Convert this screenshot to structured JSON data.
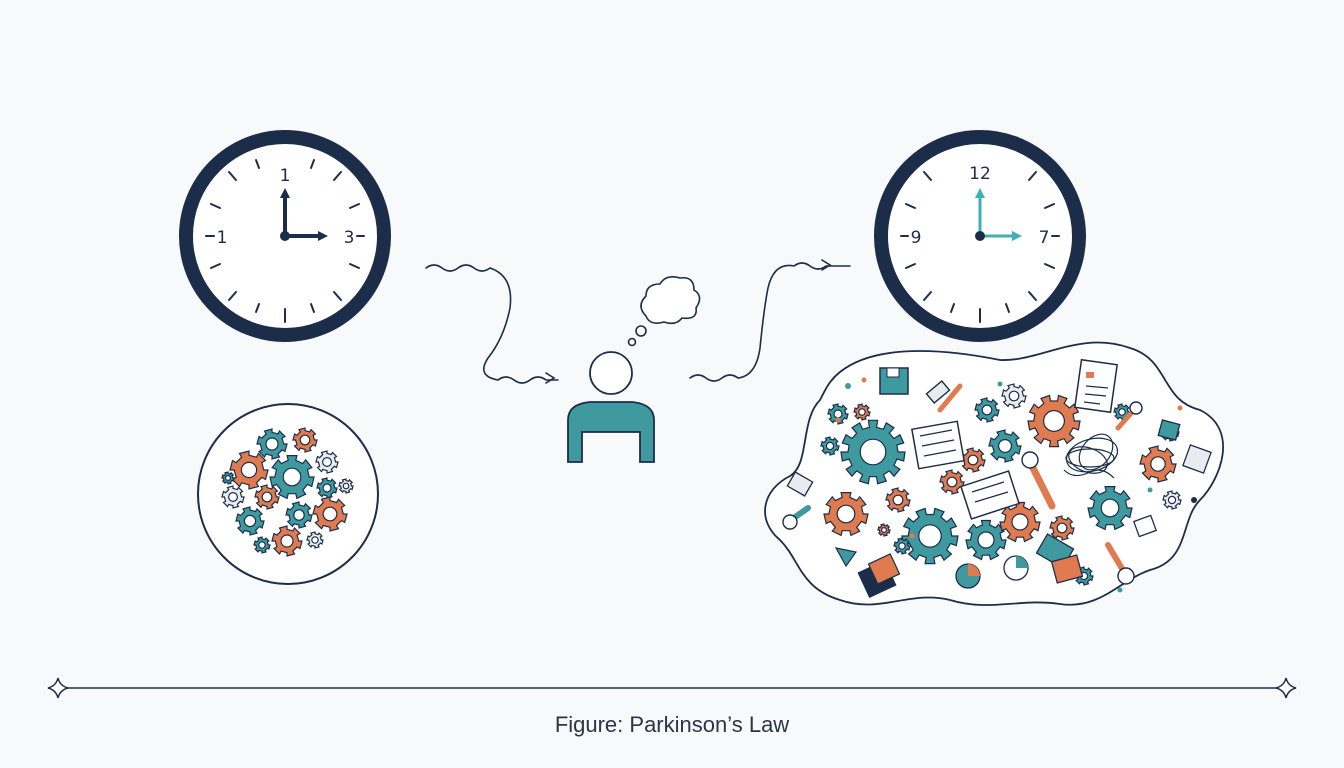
{
  "caption": "Figure: Parkinson’s Law",
  "left_clock": {
    "numerals": {
      "top": "1",
      "left": "1",
      "right": "3"
    },
    "hand_color": "#1c2d4a"
  },
  "right_clock": {
    "numerals": {
      "top": "12",
      "left": "9",
      "right": "7"
    },
    "hand_color": "#3fb0b3"
  },
  "colors": {
    "navy": "#1c2d4a",
    "teal": "#3f9aa0",
    "orange": "#e07a4f",
    "light_teal": "#3fb0b3",
    "background": "#f8f9fa"
  },
  "icons": [
    "clock-icon",
    "gears-icon",
    "person-icon",
    "thought-bubble-icon",
    "squiggle-arrow-icon",
    "document-icon",
    "wrench-icon",
    "hammer-icon",
    "pie-chart-icon",
    "tangle-icon",
    "diamond-ornament-icon"
  ]
}
